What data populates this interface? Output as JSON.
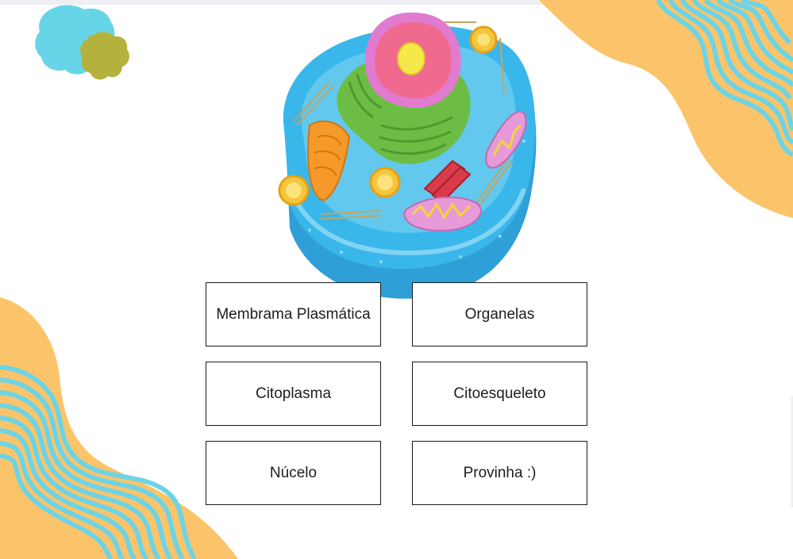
{
  "buttons": [
    {
      "id": "membrana",
      "label": "Membrama Plasmática"
    },
    {
      "id": "organelas",
      "label": "Organelas"
    },
    {
      "id": "citoplasma",
      "label": "Citoplasma"
    },
    {
      "id": "citoesqueleto",
      "label": "Citoesqueleto"
    },
    {
      "id": "nucleo",
      "label": "Núcelo"
    },
    {
      "id": "provinha",
      "label": "Provinha :)"
    }
  ],
  "colors": {
    "orange": "#fcc46a",
    "cyan": "#6cd4e6",
    "blob_cyan": "#66d5e7",
    "blob_olive": "#b4b23c",
    "cell_blue": "#3ab7ea",
    "nucleus_pink": "#f06a8f",
    "golgi_green": "#6dbd45"
  },
  "illustration": {
    "subject": "animal-cell",
    "icon": "cell-diagram"
  }
}
